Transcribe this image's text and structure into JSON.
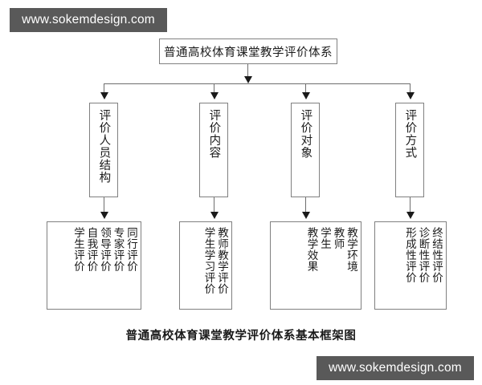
{
  "watermarks": {
    "top": "www.sokemdesign.com",
    "bottom": "www.sokemdesign.com"
  },
  "diagram": {
    "root": {
      "label": "普通高校体育课堂教学评价体系"
    },
    "branches": [
      {
        "label": "评价人员结构",
        "children": [
          "同行评价",
          "专家评价",
          "领导评价",
          "自我评价",
          "学生评价"
        ]
      },
      {
        "label": "评价内容",
        "children": [
          "教师教学评价",
          "学生学习评价"
        ]
      },
      {
        "label": "评价对象",
        "children": [
          "教学环境",
          "教师",
          "学生",
          "教学效果"
        ]
      },
      {
        "label": "评价方式",
        "children": [
          "终结性评价",
          "诊断性评价",
          "形成性评价"
        ]
      }
    ]
  },
  "caption": "普通高校体育课堂教学评价体系基本框架图",
  "colors": {
    "watermark_background": "#595959",
    "watermark_text": "#ffffff",
    "box_border": "#808080",
    "box_background": "#ffffff",
    "connector": "#6e6e6e",
    "arrow": "#1a1a1a",
    "text": "#1a1a1a",
    "page_background": "#ffffff"
  }
}
